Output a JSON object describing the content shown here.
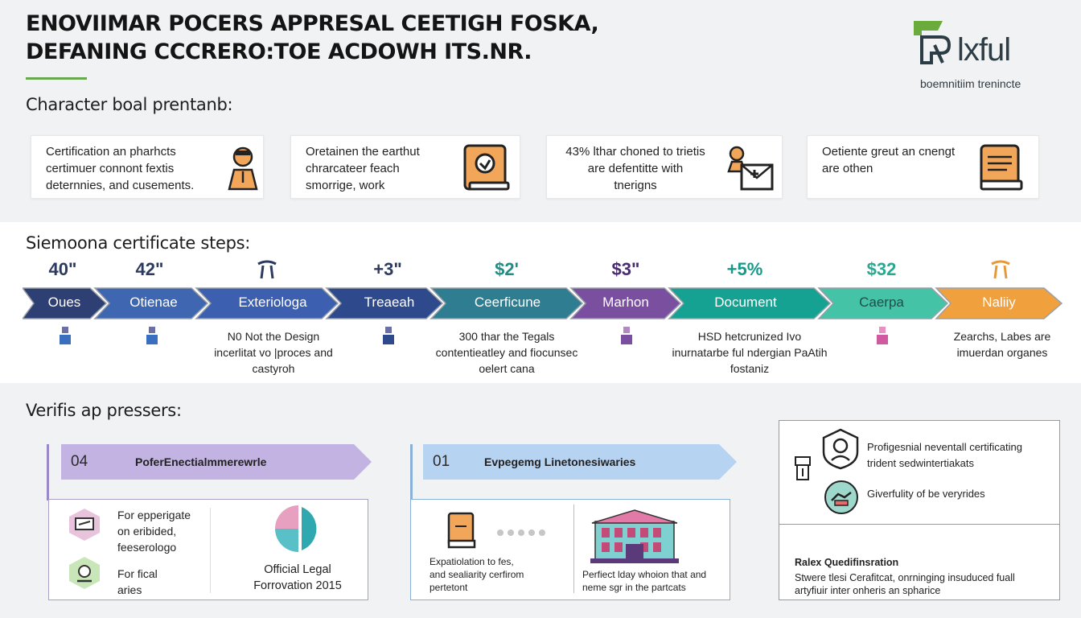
{
  "header": {
    "title_line1": "ENOVIIMAR POCERS APPRESAL CEETIGH FOSKA,",
    "title_line2": "DEFANING CCCRERO:TOE ACDOWH ITS.NR.",
    "logo_word": "lxful",
    "logo_sub": "boemnitiim trenincte"
  },
  "goals": {
    "heading": "Character boal prentanb:",
    "cards": [
      {
        "text": [
          "Certification an pharhcts",
          "certimuer connont fextis",
          "deternnies, and cusements."
        ],
        "icon": "worker-icon"
      },
      {
        "text": [
          "Oretainen the earthut",
          "chrarcateer feach",
          "smorrige, work"
        ],
        "icon": "book-icon"
      },
      {
        "text": [
          "43% lthar choned to trietis",
          "are defentitte with",
          "tnerigns"
        ],
        "icon": "worker-mail-icon"
      },
      {
        "text": [
          "Oetiente greut an cnengt",
          "are othen"
        ],
        "icon": "document-book-icon"
      }
    ]
  },
  "steps": {
    "heading": "Siemoona certificate steps:",
    "items": [
      {
        "num": "40\"",
        "label": "Oues",
        "color": "#2e3f73",
        "num_color": "#2b3a5e"
      },
      {
        "num": "42\"",
        "label": "Otienae",
        "color": "#3f66b0",
        "num_color": "#2b3a5e"
      },
      {
        "num": "",
        "label": "Exteriologa",
        "color": "#3c5fb0",
        "num_color": "#2b3a5e"
      },
      {
        "num": "+3\"",
        "label": "Treaeah",
        "color": "#2f4a8c",
        "num_color": "#2b3a5e"
      },
      {
        "num": "$2'",
        "label": "Ceerficune",
        "color": "#2f7d90",
        "num_color": "#1f8f86"
      },
      {
        "num": "$3\"",
        "label": "Marhon",
        "color": "#7a4fa0",
        "num_color": "#4a2b6f"
      },
      {
        "num": "+5%",
        "label": "Document",
        "color": "#16a292",
        "num_color": "#17998a"
      },
      {
        "num": "$32",
        "label": "Caerpa",
        "color": "#45c3a6",
        "num_color": "#2aa892"
      },
      {
        "num": "",
        "label": "Naliiy",
        "color": "#f0a03c",
        "num_color": "#e59a3a"
      }
    ],
    "descs": [
      {
        "lines": [
          "N0 Not the Design",
          "incerlitat vo |proces and",
          "castyroh"
        ]
      },
      {
        "lines": [
          "300 thar the Tegals",
          "contentieatley and fiocunsec",
          "oelert cana"
        ]
      },
      {
        "lines": [
          "HSD hetcrunized Ivo",
          "inurnatarbe ful ndergian PaAtih",
          "fostaniz"
        ]
      },
      {
        "lines": [
          "Zearchs, Labes are",
          "imuerdan organes"
        ]
      }
    ]
  },
  "verify": {
    "heading": "Verifis ap pressers:",
    "left": {
      "num": "04",
      "label": "PoferEnectialmmerewrle",
      "items": [
        {
          "text": [
            "For epperigate",
            "on eribided,",
            "feeserologo"
          ],
          "icon": "monitor-badge-icon"
        },
        {
          "text": [
            "For fical",
            "aries"
          ],
          "icon": "webcam-badge-icon"
        }
      ],
      "pie_caption": [
        "Official Legal",
        "Forrovation 2015"
      ]
    },
    "middle": {
      "num": "01",
      "label": "Evpegemg Linetonesiwaries",
      "left_text": [
        "Expatiolation to fes,",
        "and sealiarity cerfirom",
        "pertetont"
      ],
      "right_text": [
        "Perfiect lday whoion that and",
        "neme sgr in the partcats"
      ]
    },
    "right": {
      "rows": [
        {
          "text": [
            "Profigesnial neventall certificating",
            "trident sedwintertiakats"
          ],
          "icon": "shield-badge-icon"
        },
        {
          "text": [
            "Giverfulity of be veryrides"
          ],
          "icon": "hands-circle-icon"
        }
      ],
      "bottom_title": "Ralex Quedifinsration",
      "bottom_text": [
        "Stwere tlesi Cerafitcat, onrninging insuduced fuall",
        "artyfiuir inter onheris an spharice"
      ]
    }
  }
}
